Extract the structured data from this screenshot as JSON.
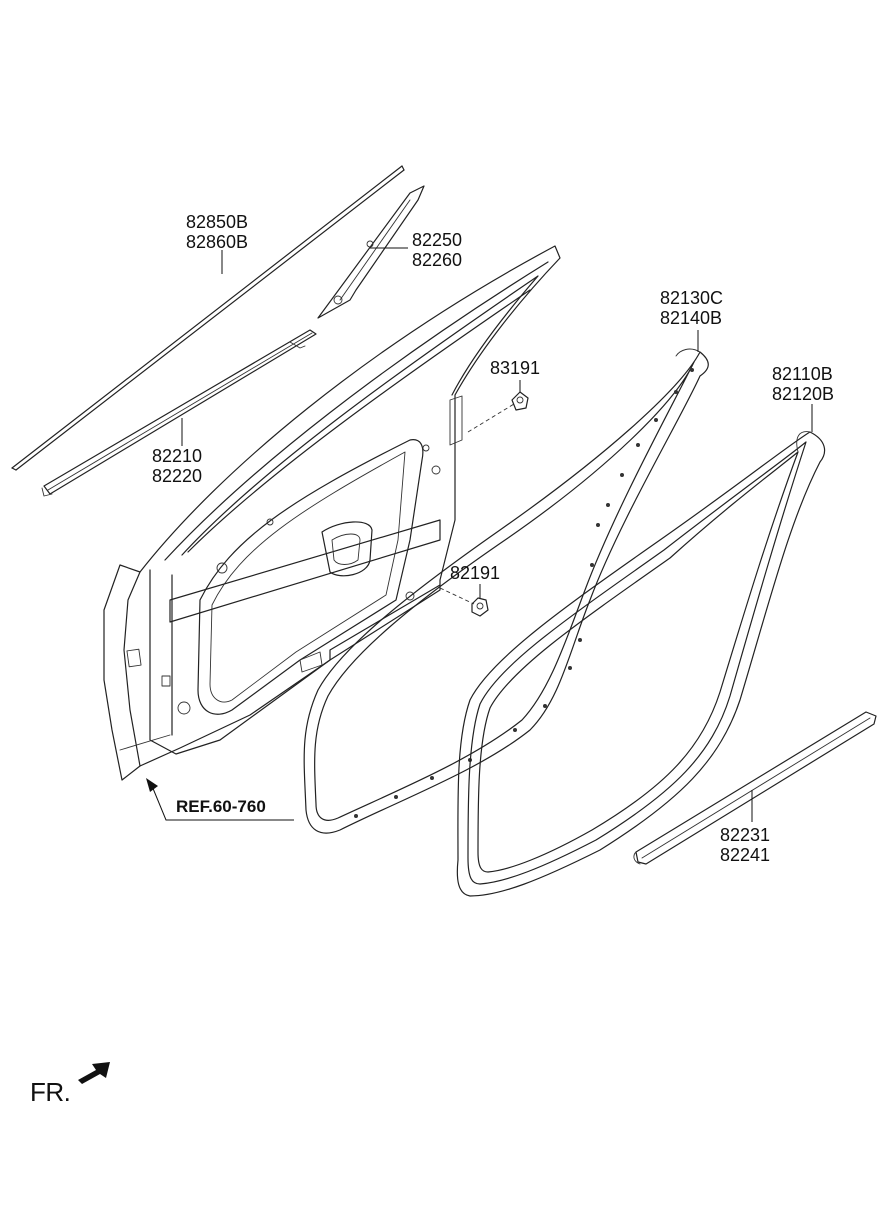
{
  "labels": {
    "belt_outer": [
      "82850B",
      "82860B"
    ],
    "delta_cover": [
      "82250",
      "82260"
    ],
    "belt_inner": [
      "82210",
      "82220"
    ],
    "clip_upper": "83191",
    "seal_door": [
      "82130C",
      "82140B"
    ],
    "seal_body": [
      "82110B",
      "82120B"
    ],
    "clip_lower": "82191",
    "sill_strip": [
      "82231",
      "82241"
    ],
    "reference": "REF.60-760",
    "direction": "FR."
  }
}
